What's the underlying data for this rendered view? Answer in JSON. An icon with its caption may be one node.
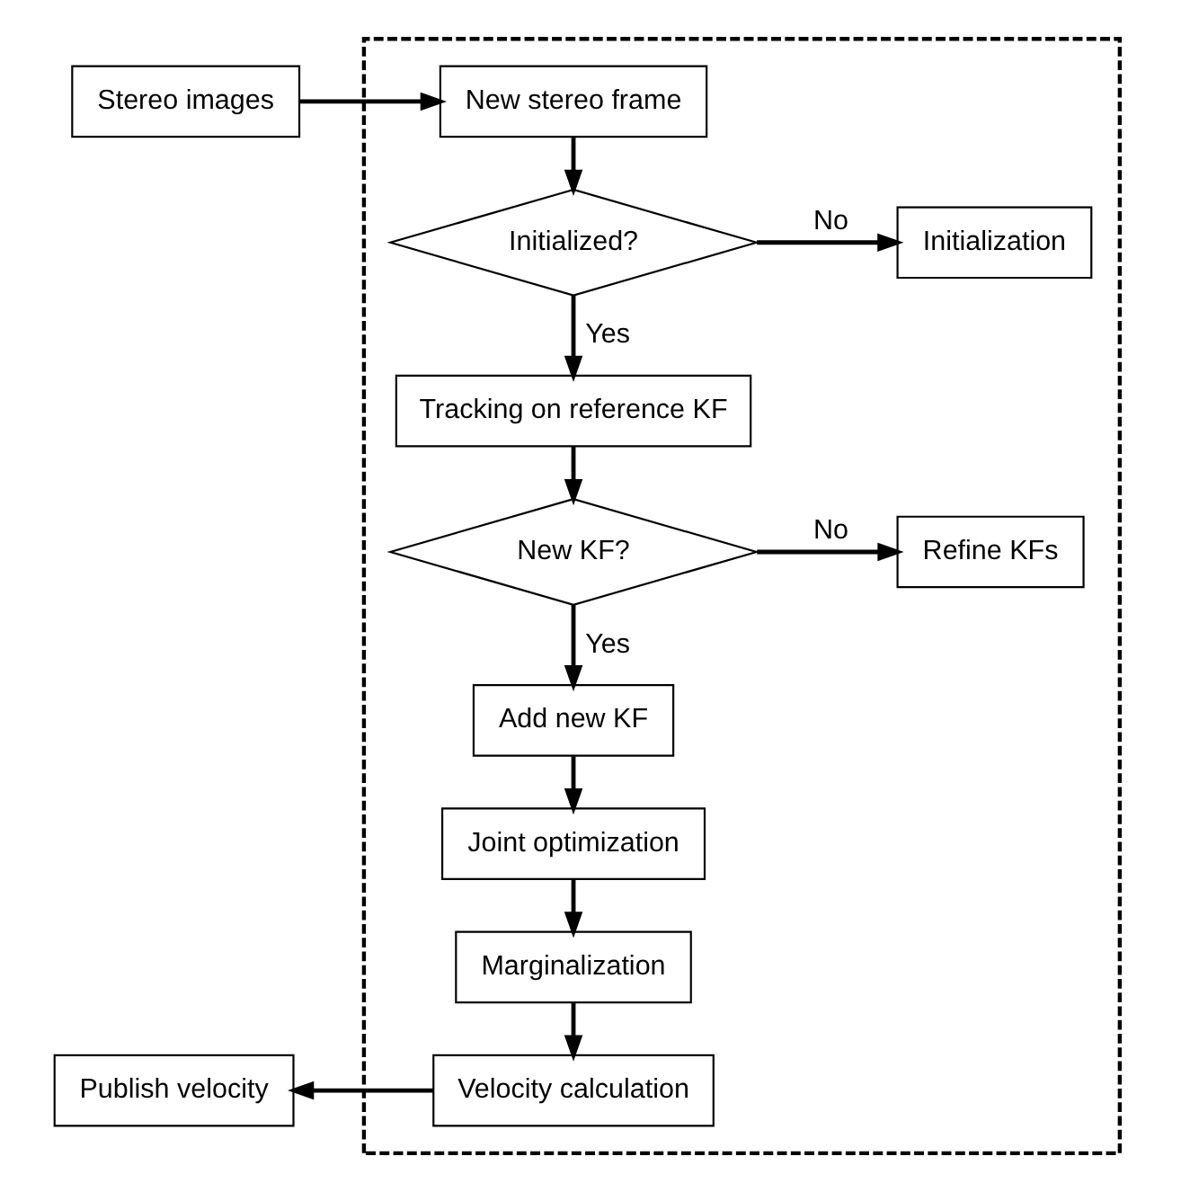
{
  "diagram": {
    "nodes": [
      {
        "text": [],
        "shape": "box"
      },
      {
        "text": [
          "Stereo images"
        ]
      },
      {
        "text": [
          "New stereo frame"
        ],
        "in": 0
      },
      {
        "text": [
          "Initialized?"
        ],
        "in": 0
      },
      {
        "text": [
          "Initialization"
        ],
        "in": 0
      },
      {
        "text": [
          "Tracking on reference KF"
        ],
        "in": 0
      },
      {
        "text": [
          "New KF?"
        ],
        "in": 0
      },
      {
        "text": [
          "Refine KFs"
        ],
        "in": 0
      },
      {
        "text": [
          "Add new KF"
        ],
        "in": 0
      },
      {
        "text": [
          "Joint optimization"
        ],
        "in": 0
      },
      {
        "text": [
          "Marginalization"
        ],
        "in": 0
      },
      {
        "text": [
          "Velocity calculation"
        ],
        "in": 0
      },
      {
        "text": [
          "Publish velocity"
        ]
      }
    ],
    "edges": [
      {
        "from": 1,
        "to": 2,
        "arrow": "to"
      },
      {
        "from": 2,
        "to": 3,
        "arrow": "to"
      },
      {
        "from": 3,
        "to": 4,
        "label": "No",
        "arrow": "to"
      },
      {
        "from": 3,
        "to": 5,
        "label": "Yes",
        "arrow": "to"
      },
      {
        "from": 5,
        "to": 6,
        "arrow": "to"
      },
      {
        "from": 6,
        "to": 7,
        "label": "No",
        "arrow": "to"
      },
      {
        "from": 6,
        "to": 8,
        "label": "Yes",
        "arrow": "to"
      },
      {
        "from": 8,
        "to": 9,
        "arrow": "to"
      },
      {
        "from": 9,
        "to": 10,
        "arrow": "to"
      },
      {
        "from": 10,
        "to": 11,
        "arrow": "to"
      },
      {
        "from": 11,
        "to": 12,
        "arrow": "to"
      }
    ]
  }
}
